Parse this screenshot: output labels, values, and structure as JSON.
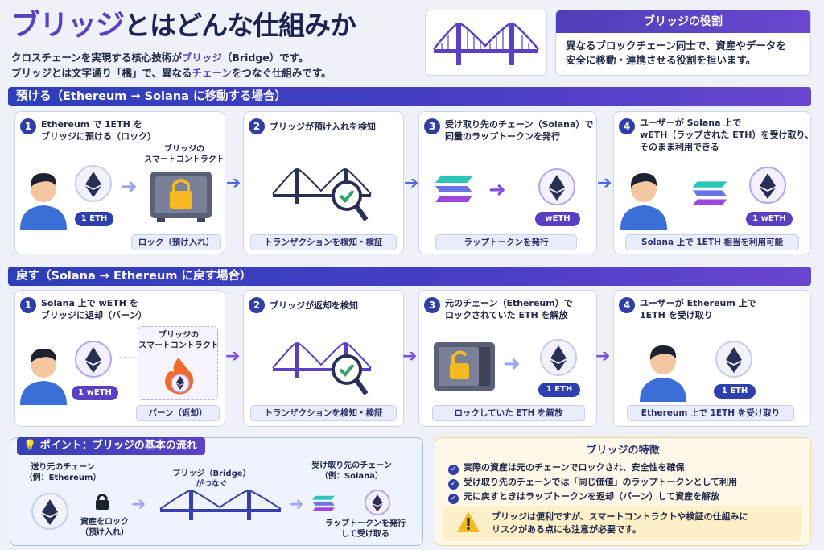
{
  "header": {
    "title_highlight": "ブリッジ",
    "title_rest": "とはどんな仕組みか",
    "intro_line1_pre": "クロスチェーンを実現する核心技術が",
    "intro_line1_acc": "ブリッジ",
    "intro_line1_post": "（Bridge）です。",
    "intro_line2_pre": "ブリッジとは文字通り「橋」で、異なる",
    "intro_line2_acc": "チェーン",
    "intro_line2_post": "をつなぐ仕組みです。"
  },
  "role": {
    "title": "ブリッジの役割",
    "body_line1": "異なるブロックチェーン同士で、資産やデータを",
    "body_line2": "安全に移動・連携させる役割を担います。"
  },
  "deposit": {
    "title": "預ける（Ethereum → Solana に移動する場合）",
    "steps": [
      {
        "num": "1",
        "line1": "Ethereum で 1ETH を",
        "line2": "ブリッジに預ける（ロック）",
        "pill": "ロック（預け入れ）"
      },
      {
        "num": "2",
        "line1": "ブリッジが預け入れを検知",
        "line2": "",
        "pill": "トランザクションを検知・検証"
      },
      {
        "num": "3",
        "line1": "受け取り先のチェーン（Solana）で",
        "line2": "同量のラップトークンを発行",
        "pill": "ラップトークンを発行"
      },
      {
        "num": "4",
        "line1": "ユーザーが Solana 上で",
        "line2": "wETH（ラップされた ETH）を受け取り、",
        "line3": "そのまま利用できる",
        "pill": "Solana 上で 1ETH 相当を利用可能"
      }
    ],
    "contract_label_1": "ブリッジの",
    "contract_label_2": "スマートコントラクト",
    "badge_1": "1 ETH",
    "badge_3": "wETH",
    "badge_4": "1 wETH"
  },
  "withdraw": {
    "title": "戻す（Solana → Ethereum に戻す場合）",
    "steps": [
      {
        "num": "1",
        "line1": "Solana 上で wETH を",
        "line2": "ブリッジに返却（バーン）",
        "pill": "バーン（返却）"
      },
      {
        "num": "2",
        "line1": "ブリッジが返却を検知",
        "line2": "",
        "pill": "トランザクションを検知・検証"
      },
      {
        "num": "3",
        "line1": "元のチェーン（Ethereum）で",
        "line2": "ロックされていた ETH を解放",
        "pill": "ロックしていた ETH を解放"
      },
      {
        "num": "4",
        "line1": "ユーザーが Ethereum 上で",
        "line2": "1ETH を受け取り",
        "pill": "Ethereum 上で 1ETH を受け取り"
      }
    ],
    "contract_label_1": "ブリッジの",
    "contract_label_2": "スマートコントラクト",
    "badge_1": "1 wETH",
    "badge_3": "1 ETH",
    "badge_4": "1 ETH"
  },
  "point": {
    "title": "ポイント：ブリッジの基本の流れ",
    "source_1": "送り元のチェーン",
    "source_2": "（例：Ethereum）",
    "lock_1": "資産をロック",
    "lock_2": "（預け入れ）",
    "bridge_1": "ブリッジ（Bridge）",
    "bridge_2": "がつなぐ",
    "dest_1": "受け取り先のチェーン",
    "dest_2": "（例：Solana）",
    "issue_1": "ラップトークンを発行",
    "issue_2": "して受け取る"
  },
  "features": {
    "title": "ブリッジの特徴",
    "items": [
      "実際の資産は元のチェーンでロックされ、安全性を確保",
      "受け取り先のチェーンでは「同じ価値」のラップトークンとして利用",
      "元に戻すときはラップトークンを返却（バーン）して資産を解放"
    ],
    "warning_1": "ブリッジは便利ですが、スマートコントラクトや検証の仕組みに",
    "warning_2": "リスクがある点にも注意が必要です。"
  },
  "colors": {
    "brand_purple": "#5b3fc4",
    "brand_blue": "#2f3fa8",
    "warning_yellow": "#f5b921"
  },
  "icons": [
    "bridge-icon",
    "eth-icon",
    "person-icon",
    "safe-icon",
    "lock-icon",
    "magnifier-check-icon",
    "solana-icon",
    "fire-icon",
    "warning-icon",
    "lightbulb-icon",
    "check-icon"
  ]
}
